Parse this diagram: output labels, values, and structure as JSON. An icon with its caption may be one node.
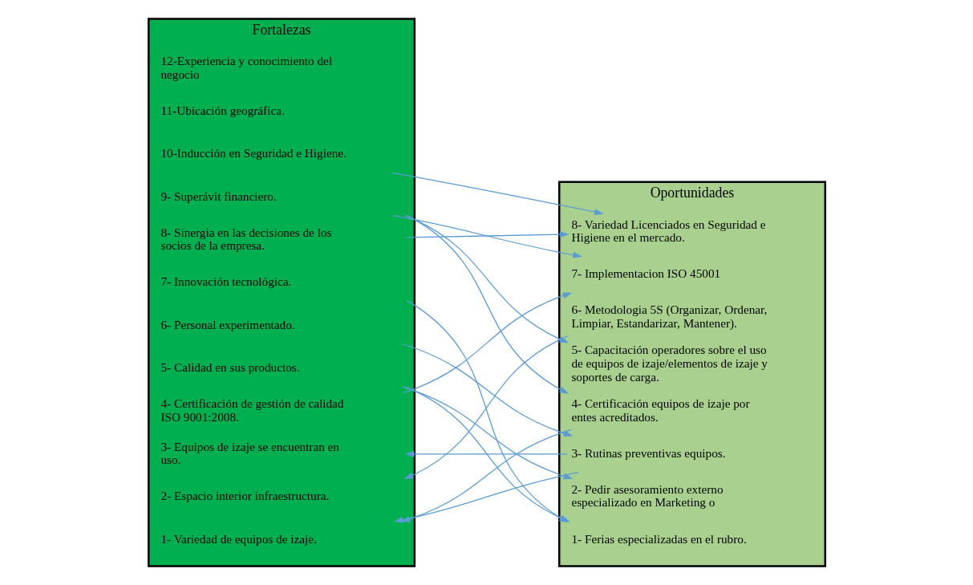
{
  "diagram": {
    "nodes": [
      {
        "text": [
          "Fortalezas"
        ]
      },
      {
        "text": [
          "1- Variedad de equipos de izaje."
        ],
        "in": 0
      },
      {
        "text": [
          "2- Espacio interior infraestructura."
        ],
        "in": 0
      },
      {
        "text": [
          "3- Equipos de izaje se encuentran en uso."
        ],
        "in": 0
      },
      {
        "text": [
          "4- Certificación de gestión de calidad ISO 9001:2008."
        ],
        "in": 0
      },
      {
        "text": [
          "5- Calidad en sus productos."
        ],
        "in": 0
      },
      {
        "text": [
          "6- Personal experimentado."
        ],
        "in": 0
      },
      {
        "text": [
          "7- Innovación tecnológica."
        ],
        "in": 0
      },
      {
        "text": [
          "8- Sinergia en las decisiones de los socios de la empresa."
        ],
        "in": 0
      },
      {
        "text": [
          "9- Superávit financiero."
        ],
        "in": 0
      },
      {
        "text": [
          "10-Inducción en Seguridad e Higiene."
        ],
        "in": 0
      },
      {
        "text": [
          "11-Ubicación geográfica."
        ],
        "in": 0
      },
      {
        "text": [
          "12-Experiencia y conocimiento del negocio"
        ],
        "in": 0
      },
      {
        "text": [
          "Oportunidades"
        ]
      },
      {
        "text": [
          "1- Ferias especializadas en el rubro."
        ],
        "in": 13
      },
      {
        "text": [
          "2- Pedir asesoramiento externo especializado en Marketing o"
        ],
        "in": 13
      },
      {
        "text": [
          "3- Rutinas preventivas equipos."
        ],
        "in": 13
      },
      {
        "text": [
          "4- Certificación equipos de izaje por entes acreditados."
        ],
        "in": 13
      },
      {
        "text": [
          "5- Capacitación operadores sobre el uso de equipos de izaje/elementos de izaje y soportes de carga."
        ],
        "in": 13
      },
      {
        "text": [
          "6- Metodologia 5S (Organizar, Ordenar, Limpiar, Estandarizar, Mantener)."
        ],
        "in": 13
      },
      {
        "text": [
          "7- Implementacion ISO 45001"
        ],
        "in": 13
      },
      {
        "text": [
          "8- Variedad Licenciados en Seguridad e Higiene en el mercado."
        ],
        "in": 13
      }
    ],
    "edges": [
      {
        "from": 16,
        "to": 1,
        "arrow": "to"
      },
      {
        "from": 17,
        "to": 1,
        "arrow": "to"
      },
      {
        "from": 16,
        "to": 3,
        "arrow": "to"
      },
      {
        "from": 19,
        "to": 2,
        "arrow": "to"
      },
      {
        "from": 4,
        "to": 20,
        "arrow": "to"
      },
      {
        "from": 5,
        "to": 14,
        "arrow": "to"
      },
      {
        "from": 5,
        "to": 15,
        "arrow": "to"
      },
      {
        "from": 7,
        "to": 14,
        "arrow": "to"
      },
      {
        "from": 6,
        "to": 16,
        "arrow": "to"
      },
      {
        "from": 9,
        "to": 17,
        "arrow": "to"
      },
      {
        "from": 9,
        "to": 18,
        "arrow": "to"
      },
      {
        "from": 9,
        "to": 20,
        "arrow": "to"
      },
      {
        "from": 10,
        "to": 21,
        "arrow": "to"
      },
      {
        "from": 8,
        "to": 21,
        "arrow": "to"
      }
    ]
  }
}
